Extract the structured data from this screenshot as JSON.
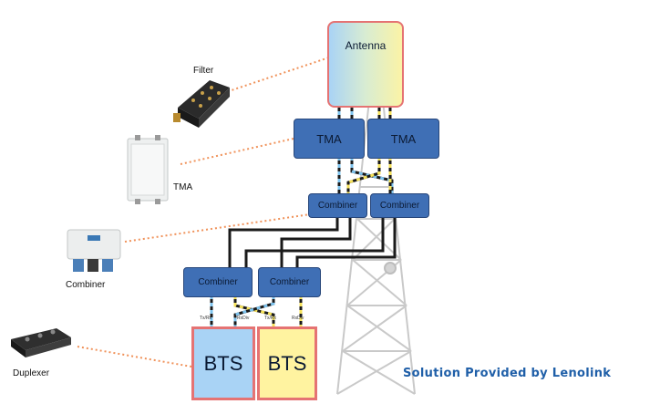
{
  "diagram": {
    "nodes": {
      "antenna": "Antenna",
      "tma_left": "TMA",
      "tma_right": "TMA",
      "combiner_top_left": "Combiner",
      "combiner_top_right": "Combiner",
      "combiner_bottom_left": "Combiner",
      "combiner_bottom_right": "Combiner",
      "bts_left": "BTS",
      "bts_right": "BTS"
    },
    "port_labels": {
      "bts_left_txrx": "Tx/Rx",
      "bts_left_rxdiv": "RxDiv",
      "bts_right_txrx": "Tx/Rx",
      "bts_right_rxdiv": "RxDiv"
    },
    "components": {
      "filter": "Filter",
      "tma": "TMA",
      "combiner": "Combiner",
      "duplexer": "Duplexer"
    },
    "credit": "Solution Provided by Lenolink",
    "colors": {
      "box_blue": "#3f6fb5",
      "bts_blue": "#a9d3f5",
      "bts_yellow": "#fff3a0",
      "border_red": "#e57373",
      "leader_orange": "#f0925a",
      "credit_blue": "#1f5fa8"
    }
  }
}
